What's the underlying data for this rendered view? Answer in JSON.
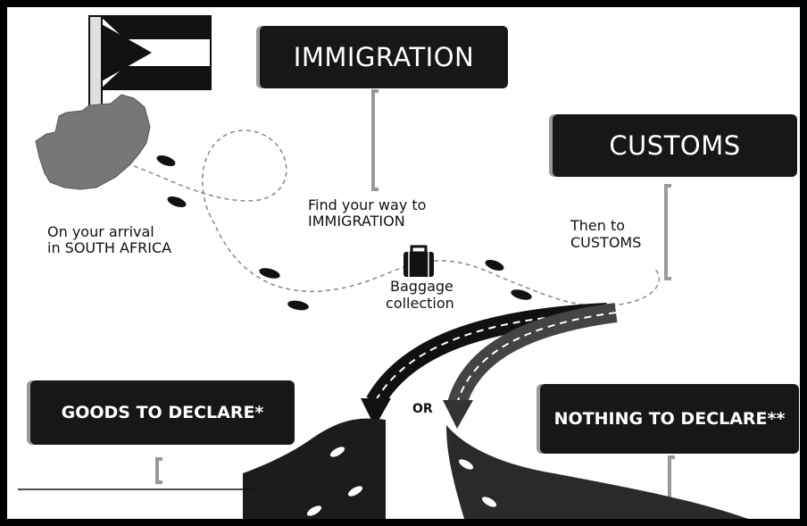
{
  "signs": {
    "immigration": "IMMIGRATION",
    "customs": "CUSTOMS",
    "goods_to_declare": "GOODS TO DECLARE*",
    "nothing_to_declare": "NOTHING TO DECLARE**"
  },
  "steps": {
    "arrival_line1": "On your arrival",
    "arrival_line2": "in SOUTH AFRICA",
    "immigration_line1": "Find your way to",
    "immigration_line2": "IMMIGRATION",
    "baggage_line1": "Baggage",
    "baggage_line2": "collection",
    "customs_line1": "Then to",
    "customs_line2": "CUSTOMS"
  },
  "or_label": "OR",
  "colors": {
    "sign_bg": "#171717",
    "bezel": "#9a9a9a",
    "ink": "#111111",
    "map": "#777777"
  }
}
